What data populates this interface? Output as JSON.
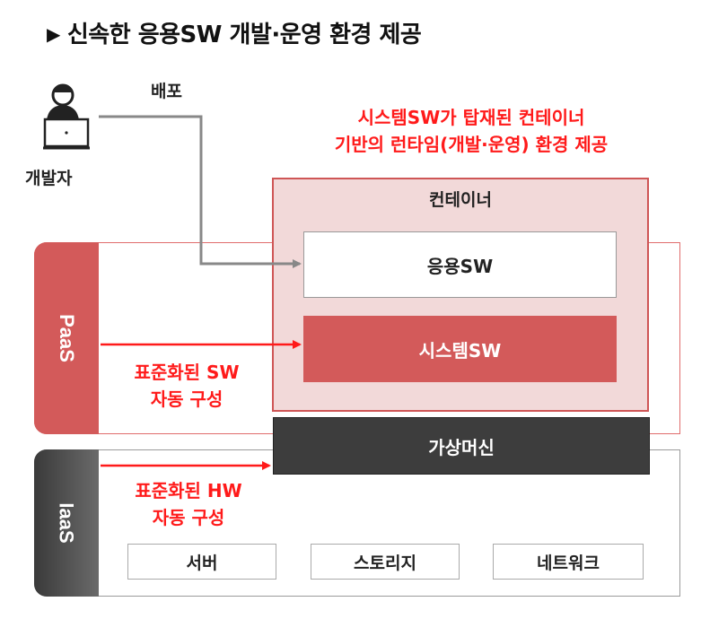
{
  "title": "신속한 응용SW 개발·운영 환경 제공",
  "title_marker": "▶",
  "developer_label": "개발자",
  "deploy_label": "배포",
  "note_line1": "시스템SW가 탑재된 컨테이너",
  "note_line2": "기반의 런타임(개발·운영) 환경 제공",
  "paas": {
    "label": "PaaS",
    "container_label": "컨테이너",
    "app_sw": "응용SW",
    "system_sw": "시스템SW",
    "auto_line1": "표준화된 SW",
    "auto_line2": "자동 구성"
  },
  "iaas": {
    "label": "IaaS",
    "vm_label": "가상머신",
    "auto_line1": "표준화된 HW",
    "auto_line2": "자동 구성",
    "server": "서버",
    "storage": "스토리지",
    "network": "네트워크"
  },
  "colors": {
    "accent_red": "#ff1a1a",
    "paas_red": "#d35a5a",
    "container_fill": "#f2d9d9",
    "vm_dark": "#3d3d3d"
  }
}
